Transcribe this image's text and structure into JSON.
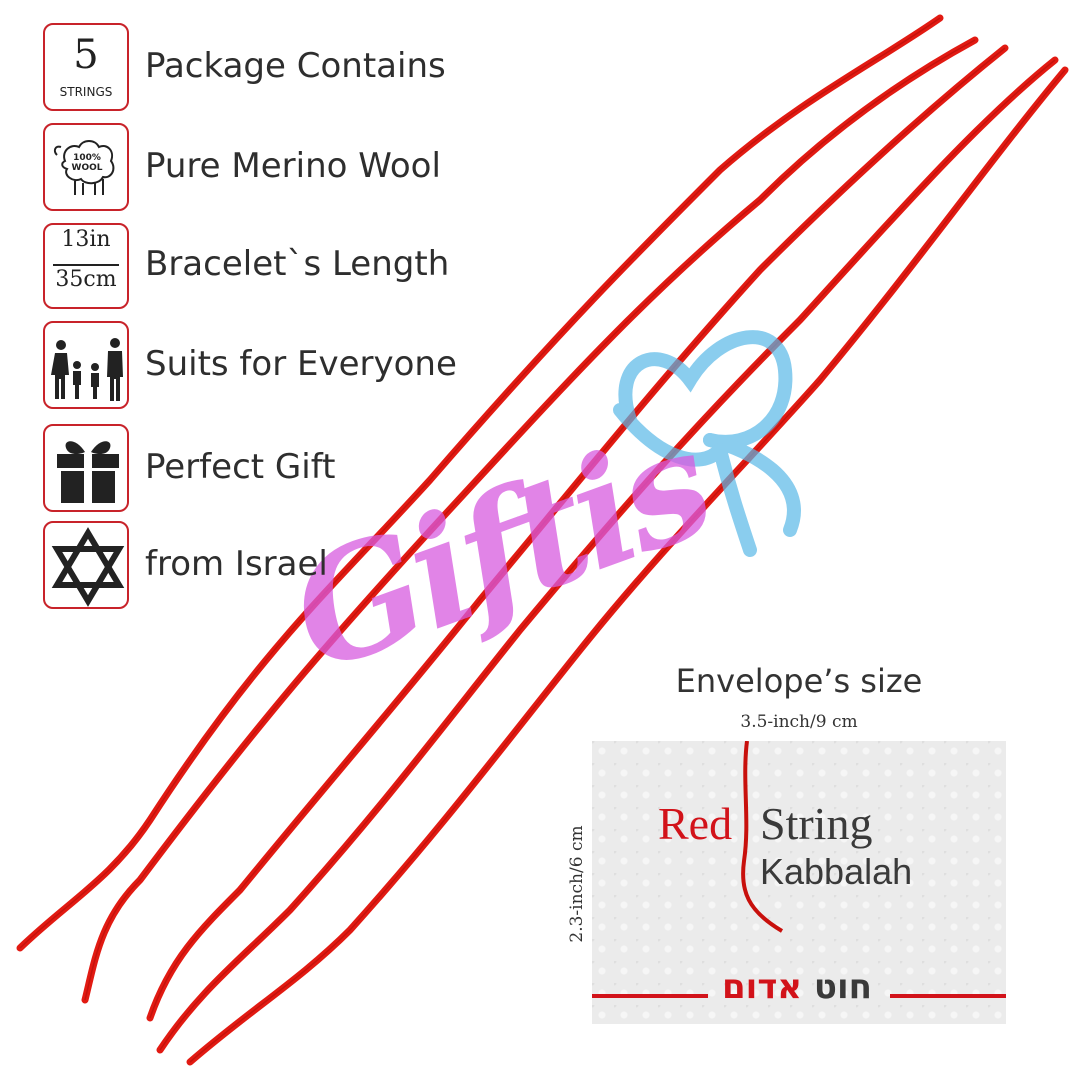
{
  "features": [
    {
      "icon": "package-count-icon",
      "label": "Package Contains",
      "count": "5",
      "count_unit": "STRINGS"
    },
    {
      "icon": "merino-sheep-icon",
      "label": "Pure Merino Wool",
      "badge": "100% WOOL"
    },
    {
      "icon": "length-icon",
      "label": "Bracelet`s Length",
      "length_in": "13in",
      "length_cm": "35cm"
    },
    {
      "icon": "family-icon",
      "label": "Suits for Everyone"
    },
    {
      "icon": "gift-box-icon",
      "label": "Perfect Gift"
    },
    {
      "icon": "star-of-david-icon",
      "label": "from Israel"
    }
  ],
  "watermark": {
    "text": "Giftis",
    "color": "#d85be0",
    "logo_color": "#5ab8e8"
  },
  "envelope": {
    "title": "Envelope’s size",
    "width_label": "3.5-inch/9 cm",
    "height_label": "2.3-inch/6 cm",
    "brand_red": "Red",
    "brand_string": "String",
    "brand_kabbalah": "Kabbalah",
    "hebrew_red": "אדום",
    "hebrew_dark": "חוט"
  },
  "colors": {
    "accent_red": "#d2131a",
    "frame_red": "#c8232a",
    "string_red": "#e01010"
  }
}
